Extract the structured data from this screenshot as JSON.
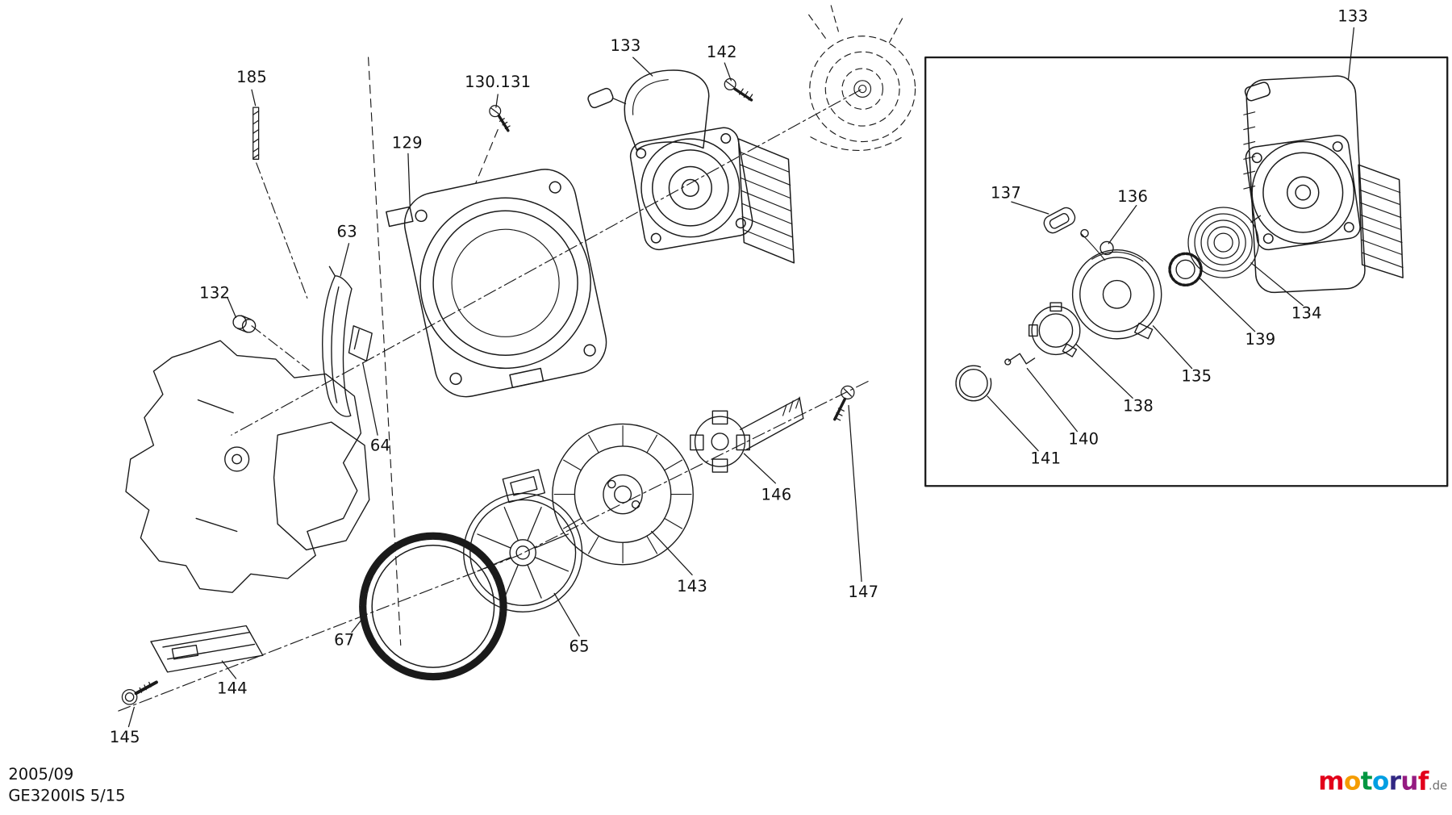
{
  "page": {
    "footer": {
      "line1": "2005/09",
      "line2": "GE3200IS 5/15"
    }
  },
  "colors": {
    "ink": "#1a1a1a",
    "background": "#ffffff"
  },
  "labels": {
    "p185": "185",
    "p130131": "130.131",
    "p129": "129",
    "p133_main": "133",
    "p142": "142",
    "p63": "63",
    "p132": "132",
    "p64": "64",
    "p67": "67",
    "p144": "144",
    "p145": "145",
    "p65": "65",
    "p143": "143",
    "p146": "146",
    "p147": "147",
    "p133_inset": "133",
    "p137": "137",
    "p136": "136",
    "p134": "134",
    "p139": "139",
    "p135": "135",
    "p138": "138",
    "p140": "140",
    "p141": "141"
  },
  "logo": {
    "letters": [
      {
        "char": "m",
        "color": "#e2001a"
      },
      {
        "char": "o",
        "color": "#f59c00"
      },
      {
        "char": "t",
        "color": "#009640"
      },
      {
        "char": "o",
        "color": "#009fe3"
      },
      {
        "char": "r",
        "color": "#312783"
      },
      {
        "char": "u",
        "color": "#951b81"
      },
      {
        "char": "f",
        "color": "#e2001a"
      }
    ],
    "suffix": ".de"
  }
}
